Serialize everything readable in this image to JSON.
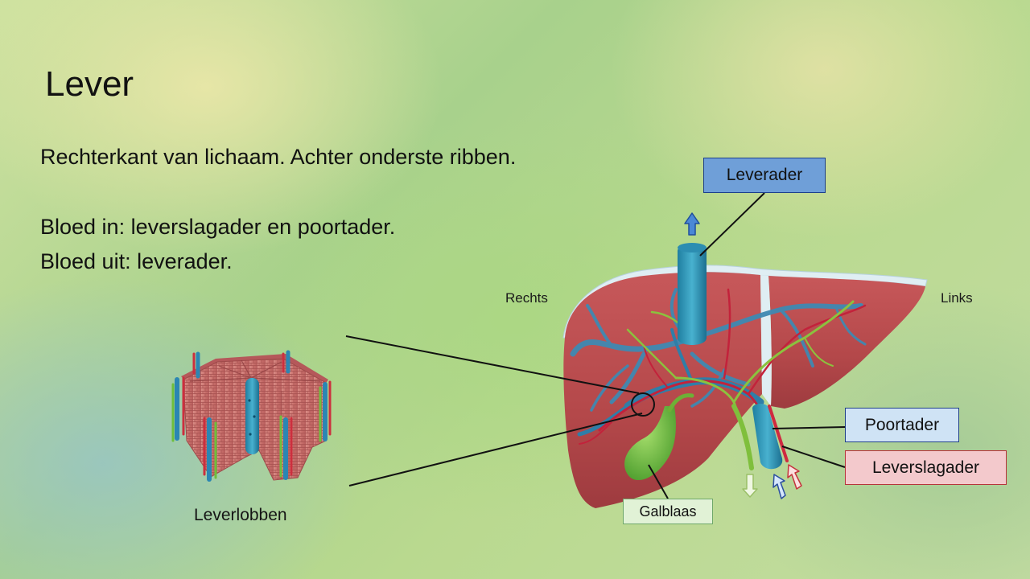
{
  "title": "Lever",
  "text": {
    "line1": "Rechterkant van lichaam. Achter onderste ribben.",
    "line2": "Bloed in: leverslagader en poortader.",
    "line3": "Bloed uit: leverader."
  },
  "labels": {
    "rechts": "Rechts",
    "links": "Links",
    "leverlobben": "Leverlobben",
    "leverader": "Leverader",
    "poortader": "Poortader",
    "leverslagader": "Leverslagader",
    "galblaas": "Galblaas"
  },
  "colors": {
    "leverader_box": "#6f9fd8",
    "poortader_box": "#cfe3f5",
    "leverslagader_box": "#f3c9cc",
    "galblaas_box": "#e1f2d6",
    "liver": "#b9484a",
    "vein": "#2c8fb2",
    "artery": "#c6223a",
    "bile": "#8cc33f"
  }
}
